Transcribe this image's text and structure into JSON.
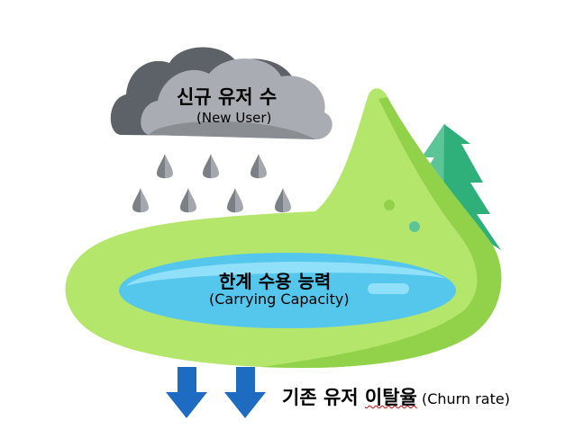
{
  "cloud": {
    "title": "신규 유저 수",
    "subtitle": "(New User)"
  },
  "lake": {
    "title": "한계 수용 능력",
    "subtitle": "(Carrying Capacity)"
  },
  "churn": {
    "title_main": "기존 유저 ",
    "title_underlined": "이탈율",
    "subtitle": "(Churn rate)"
  },
  "colors": {
    "cloud_dark": "#5d6168",
    "cloud_mid": "#8a8d92",
    "cloud_light": "#a9acb3",
    "land_light": "#b4e66c",
    "land_dark": "#92d24a",
    "lake_dark": "#55c7ec",
    "lake_light": "#8fe0f8",
    "tree": "#2fb07a",
    "arrow": "#1e6cc2"
  }
}
